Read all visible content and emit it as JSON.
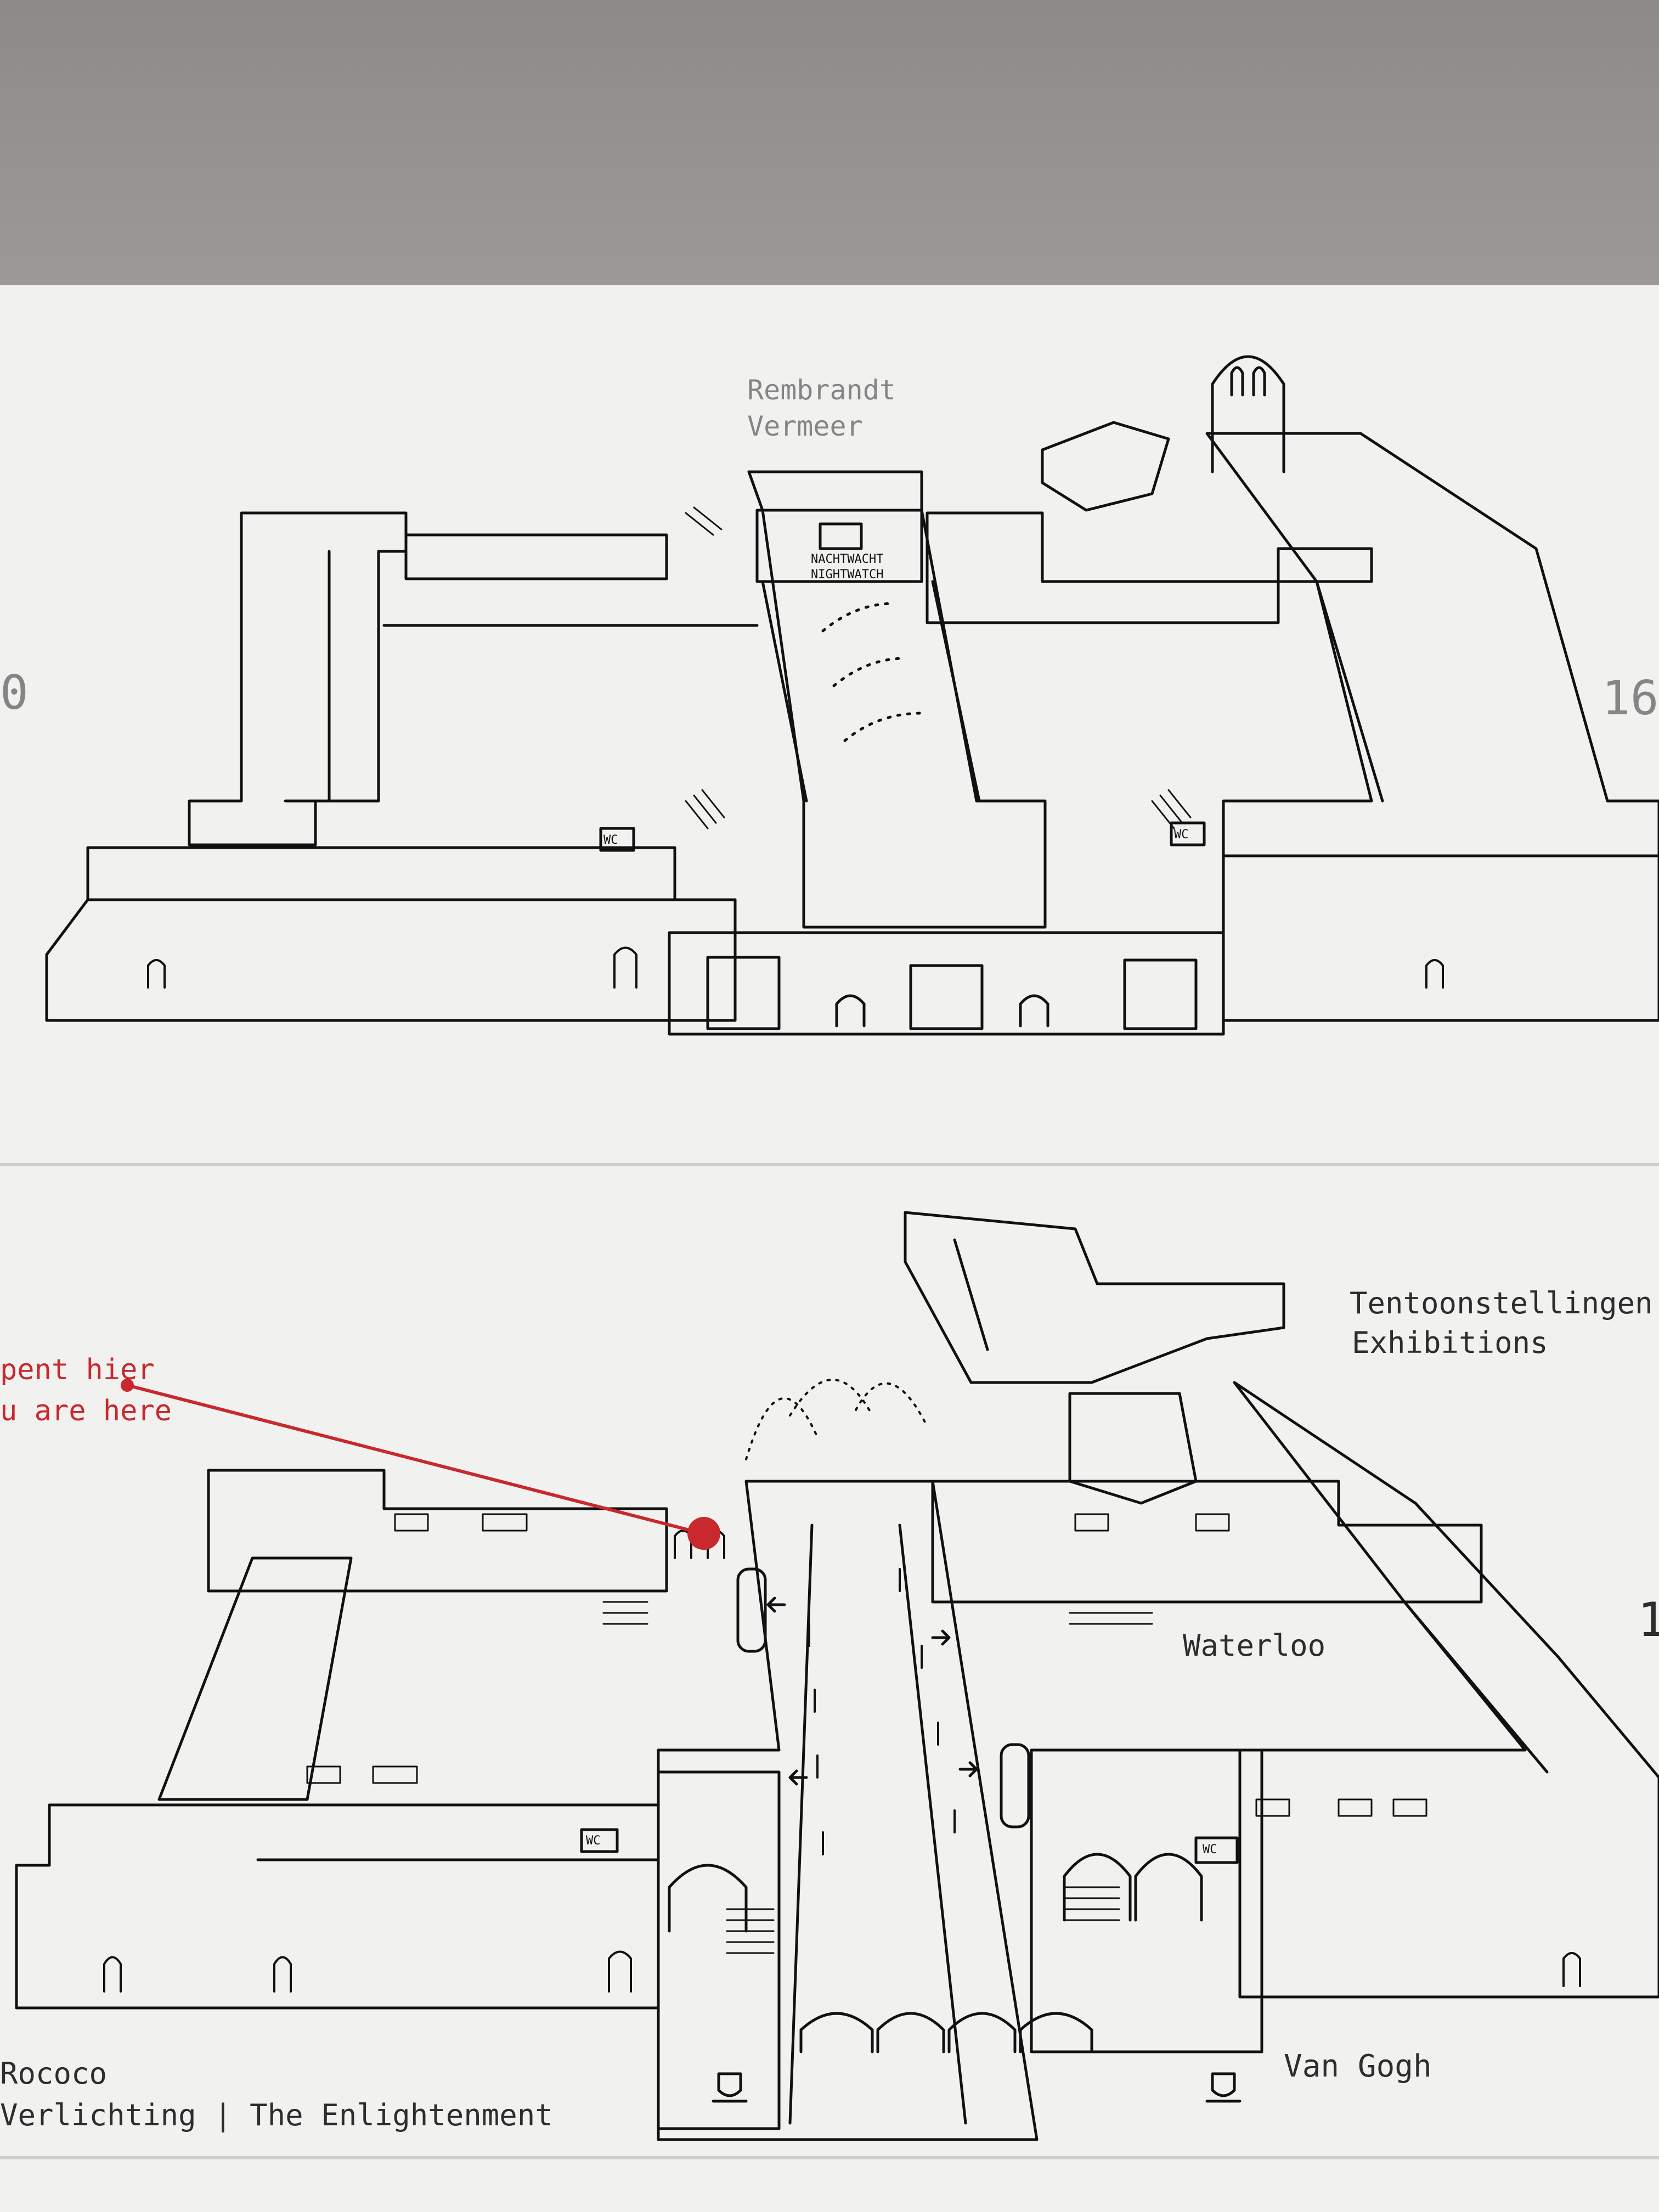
{
  "upper_floor": {
    "gallery_label_line1": "Rembrandt",
    "gallery_label_line2": "Vermeer",
    "nightwatch_line1": "NACHTWACHT",
    "nightwatch_line2": "NIGHTWATCH",
    "left_edge_number": "0",
    "right_edge_number": "16",
    "wc_labels": [
      "WC",
      "WC"
    ]
  },
  "lower_floor": {
    "you_are_here_line1": "pent hier",
    "you_are_here_line2": "u are here",
    "exhibitions_line1": "Tentoonstellingen",
    "exhibitions_line2": "Exhibitions",
    "waterloo": "Waterloo",
    "van_gogh": "Van Gogh",
    "rococo": "Rococo",
    "enlightenment": "Verlichting | The Enlightenment",
    "right_edge_number": "1",
    "wc_labels": [
      "WC",
      "WC"
    ]
  },
  "colors": {
    "ink": "#111111",
    "board": "#f1f1ef",
    "wall": "#8e8b89",
    "marker_red": "#c8282e",
    "label_grey": "#858585"
  }
}
